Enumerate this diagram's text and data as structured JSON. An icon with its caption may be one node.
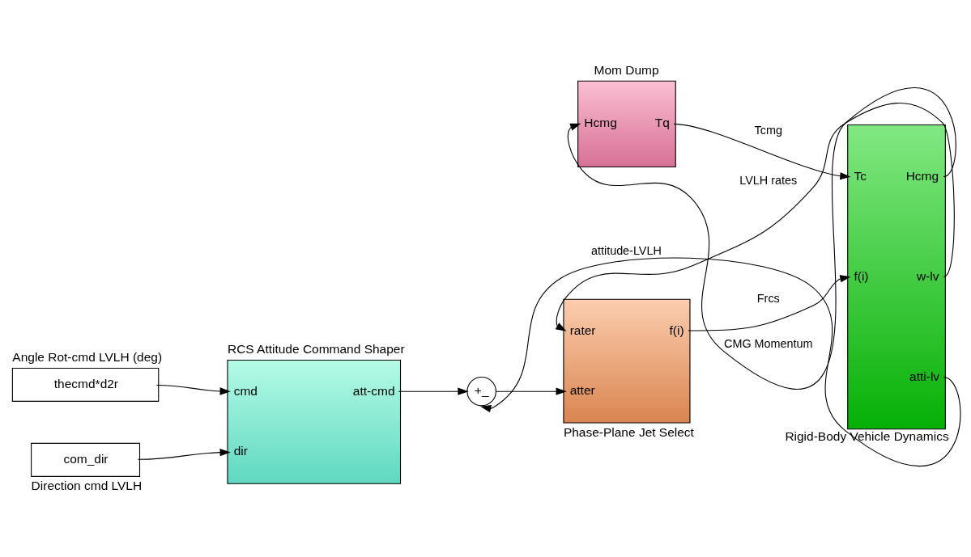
{
  "diagram": {
    "nodes": [
      {
        "text": [
          "thecmd*d2r"
        ],
        "beside": [
          "Angle Rot-cmd LVLH (deg)"
        ]
      },
      {
        "text": [
          "com_dir"
        ],
        "beside": [
          "Direction cmd LVLH"
        ]
      },
      {
        "text": [
          "cmd",
          "dir",
          "att-cmd"
        ],
        "beside": [
          "RCS Attitude Command Shaper"
        ]
      },
      {
        "text": [
          "+_"
        ]
      },
      {
        "text": [
          "Hcmg",
          "Tq"
        ],
        "beside": [
          "Mom Dump"
        ]
      },
      {
        "text": [
          "rater",
          "atter",
          "f(i)"
        ],
        "beside": [
          "Phase-Plane Jet Select"
        ]
      },
      {
        "text": [
          "Tc",
          "f(i)",
          "Hcmg",
          "w-lv",
          "atti-lv"
        ],
        "beside": [
          "Rigid-Body Vehicle Dynamics"
        ]
      }
    ],
    "edges": [
      {
        "from": 0,
        "to": 2,
        "arrow": "to"
      },
      {
        "from": 1,
        "to": 2,
        "arrow": "to"
      },
      {
        "from": 2,
        "to": 3,
        "arrow": "to"
      },
      {
        "from": 3,
        "to": 5,
        "arrow": "to"
      },
      {
        "from": 4,
        "to": 6,
        "arrow": "to",
        "label": "Tcmg"
      },
      {
        "from": 5,
        "to": 6,
        "arrow": "to",
        "label": "Frcs"
      },
      {
        "from": 6,
        "to": 4,
        "arrow": "to",
        "label": "CMG Momentum"
      },
      {
        "from": 6,
        "to": 5,
        "arrow": "to",
        "label": "LVLH rates"
      },
      {
        "from": 6,
        "to": 3,
        "arrow": "to",
        "label": "attitude-LVLH"
      }
    ]
  }
}
